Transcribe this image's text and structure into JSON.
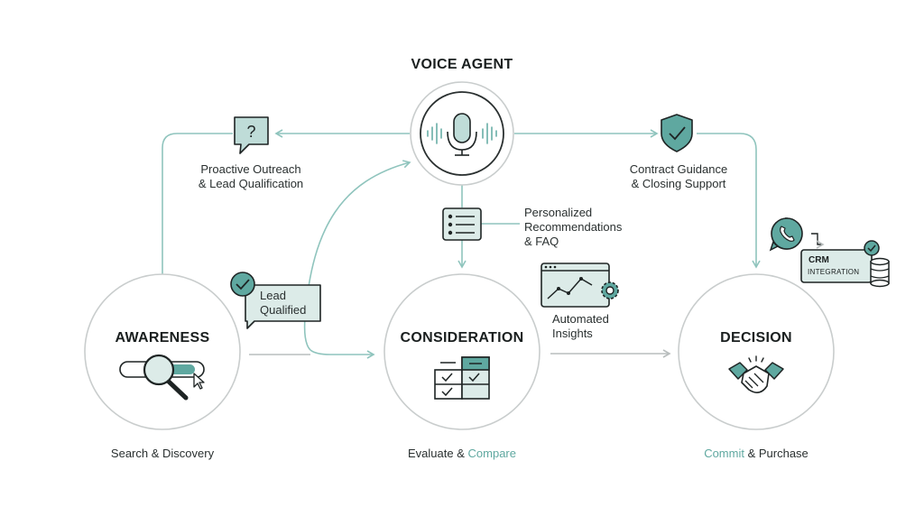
{
  "voice_agent": {
    "title": "VOICE AGENT"
  },
  "stages": {
    "awareness": {
      "title": "AWARENESS",
      "caption": "Search & Discovery"
    },
    "consideration": {
      "title": "CONSIDERATION",
      "caption_a": "Evaluate & ",
      "caption_b": "Compare"
    },
    "decision": {
      "title": "DECISION",
      "caption_a": "Commit",
      "caption_b": " & Purchase"
    }
  },
  "annotations": {
    "outreach": [
      "Proactive Outreach",
      "& Lead Qualification"
    ],
    "contract": [
      "Contract Guidance",
      "& Closing Support"
    ],
    "recommendations": [
      "Personalized",
      "Recommendations",
      "& FAQ"
    ],
    "insights": [
      "Automated",
      "Insights"
    ],
    "lead": [
      "Lead",
      "Qualified"
    ]
  },
  "crm": {
    "title": "CRM",
    "subtitle": "INTEGRATION"
  },
  "icons": {
    "voice": "microphone-icon",
    "outreach": "question-bubble-icon",
    "contract": "shield-check-icon",
    "recommendations": "checklist-icon",
    "insights": "chart-gear-icon",
    "lead": "check-circle-icon",
    "awareness": "magnifier-search-icon",
    "consideration": "comparison-table-icon",
    "decision": "handshake-icon",
    "phone": "phone-bubble-icon",
    "database": "database-icon"
  },
  "colors": {
    "accent": "#5fa8a0",
    "accent_light": "#dcebe8",
    "ink": "#1e2424",
    "ring": "#c9cdcd"
  }
}
